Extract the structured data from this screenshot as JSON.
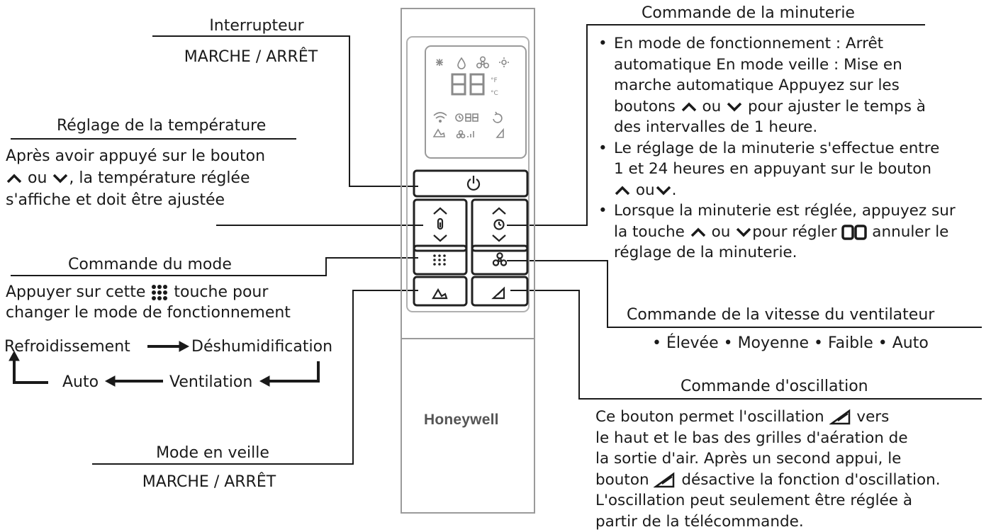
{
  "labels": {
    "interrupteur_title": "Interrupteur",
    "interrupteur_sub": "MARCHE / ARRÊT",
    "temp_title": "Réglage de la température",
    "temp_desc_1": "Après avoir appuyé sur le bouton",
    "temp_desc_2a": "ou",
    "temp_desc_2b": ", la température réglée",
    "temp_desc_3": "s'affiche et doit être ajustée",
    "mode_title": "Commande du mode",
    "mode_desc_1a": "Appuyer sur cette",
    "mode_desc_1b": "touche pour",
    "mode_desc_2": "changer le mode de fonctionnement",
    "cycle_refroid": "Refroidissement",
    "cycle_deshum": "Déshumidification",
    "cycle_auto": "Auto",
    "cycle_vent": "Ventilation",
    "veille_title": "Mode en veille",
    "veille_sub": "MARCHE / ARRÊT",
    "timer_title": "Commande de la minuterie",
    "timer_b1_1": "En mode de fonctionnement : Arrêt",
    "timer_b1_2": "automatique En mode veille : Mise en",
    "timer_b1_3": "marche automatique Appuyez sur les",
    "timer_b1_4a": "boutons",
    "timer_b1_4b": "ou",
    "timer_b1_4c": "pour ajuster le temps à",
    "timer_b1_5": "des intervalles de 1 heure.",
    "timer_b2_1": "Le réglage de la minuterie s'effectue entre",
    "timer_b2_2": "1 et 24 heures en appuyant sur le bouton",
    "timer_b2_3a": "ou",
    "timer_b2_3b": ".",
    "timer_b3_1": "Lorsque la minuterie est réglée, appuyez sur",
    "timer_b3_2a": "la touche",
    "timer_b3_2b": "ou",
    "timer_b3_2c": "pour régler",
    "timer_b3_2d": "annuler le",
    "timer_b3_3": "réglage de la minuterie.",
    "fan_title": "Commande de la vitesse du ventilateur",
    "fan_sub": "• Élevée • Moyenne • Faible • Auto",
    "osc_title": "Commande d'oscillation",
    "osc_1a": "Ce bouton permet l'oscillation",
    "osc_1b": "vers",
    "osc_2": "le haut et le bas des grilles d'aération de",
    "osc_3": "la sortie d'air. Après un second appui, le",
    "osc_4a": "bouton",
    "osc_4b": "désactive la fonction d'oscillation.",
    "osc_5": "L'oscillation peut seulement être réglée à",
    "osc_6": "partir de la télécommande.",
    "brand": "Honeywell",
    "display_unit_f": "°F",
    "display_unit_c": "°C"
  },
  "colors": {
    "ink": "#1a1a1a",
    "remote_border": "#9a9a9a",
    "display_icon": "#8a8a8a",
    "brand": "#555555"
  }
}
